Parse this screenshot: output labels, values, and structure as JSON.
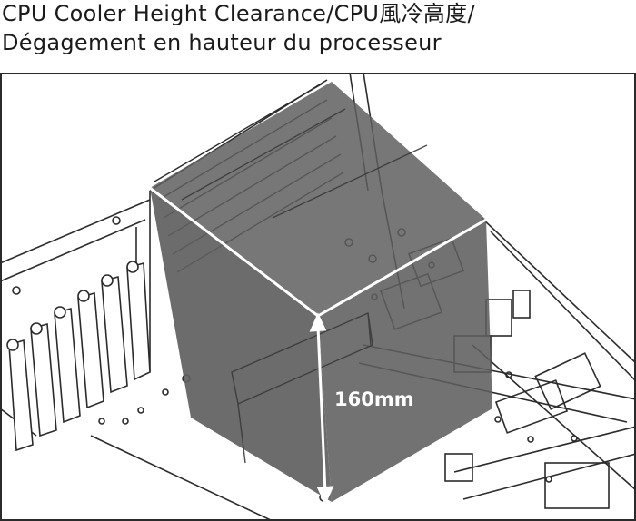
{
  "title_line1": "CPU Cooler Height Clearance/CPU風冷高度/",
  "title_line2": "Dégagement en hauteur du processeur",
  "dimension_label": "160mm",
  "colors": {
    "clearance_box": "#5f5f5f",
    "line_art": "#2b2b2b",
    "arrow": "#ffffff",
    "background": "#ffffff"
  }
}
